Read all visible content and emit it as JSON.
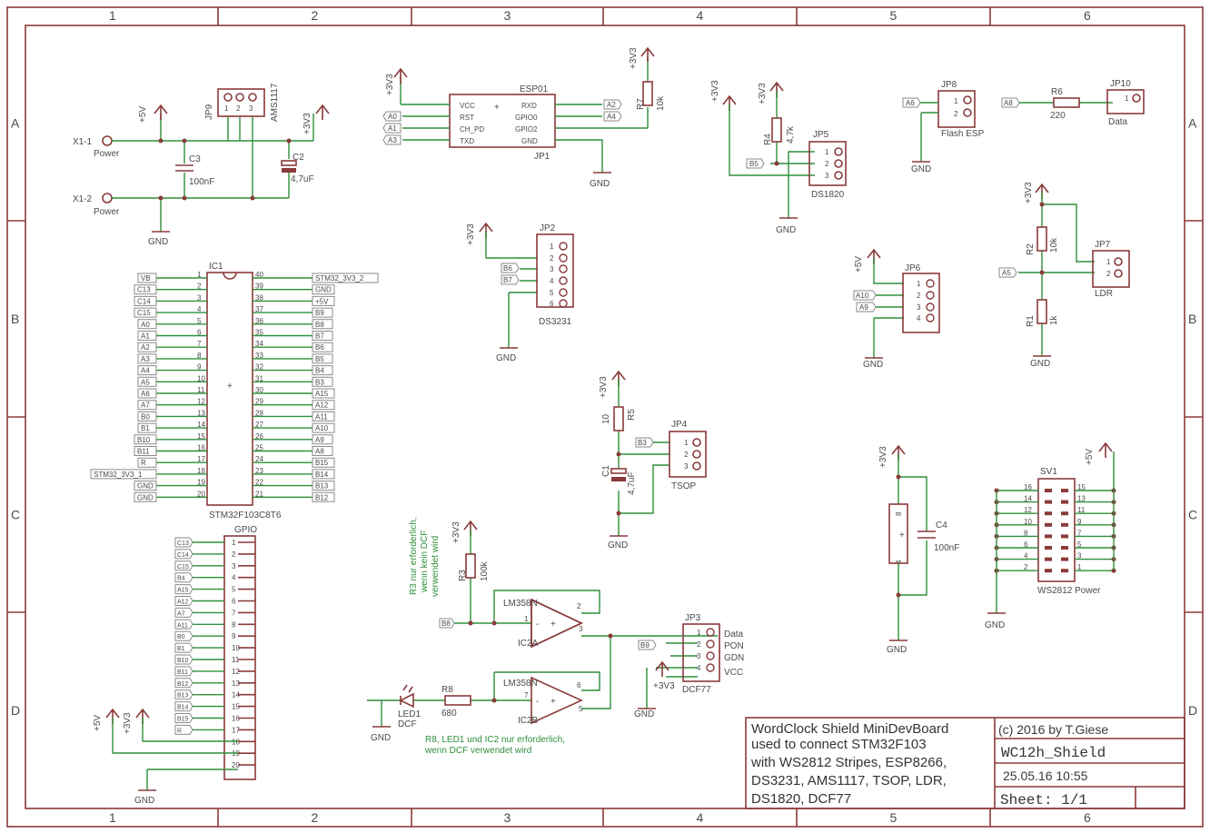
{
  "frame": {
    "columns": [
      "1",
      "2",
      "3",
      "4",
      "5",
      "6"
    ],
    "rows": [
      "A",
      "B",
      "C",
      "D"
    ]
  },
  "title_block": {
    "description": [
      "WordClock Shield MiniDevBoard",
      "used to connect STM32F103",
      "with WS2812 Stripes, ESP8266,",
      "DS3231, AMS1117, TSOP, LDR,",
      "DS1820, DCF77"
    ],
    "copyright": "(c) 2016 by T.Giese",
    "name": "WC12h_Shield",
    "date": "25.05.16 10:55",
    "sheet": "Sheet: 1/1"
  },
  "parts": {
    "jp9": "JP9",
    "ams1117": "AMS1117",
    "x1_1": "X1-1",
    "x1_2": "X1-2",
    "power": "Power",
    "c3": "C3",
    "c3_val": "100nF",
    "c2": "C2",
    "c2_val": "4,7uF",
    "esp01": "ESP01",
    "jp1": "JP1",
    "esp_pins_left": [
      "VCC",
      "RST",
      "CH_PD",
      "TXD"
    ],
    "esp_pins_right": [
      "RXD",
      "GPIO0",
      "GPIO2",
      "GND"
    ],
    "r7": "R7",
    "r7_val": "10k",
    "r4": "R4",
    "r4_val": "4,7k",
    "jp5": "JP5",
    "ds1820": "DS1820",
    "jp8": "JP8",
    "flash_esp": "Flash ESP",
    "r6": "R6",
    "r6_val": "220",
    "jp10": "JP10",
    "data": "Data",
    "ic1": "IC1",
    "stm": "STM32F103C8T6",
    "jp2": "JP2",
    "ds3231": "DS3231",
    "jp6": "JP6",
    "r2": "R2",
    "r2_val": "10k",
    "jp7": "JP7",
    "ldr": "LDR",
    "r1": "R1",
    "r1_val": "1k",
    "r5": "R5",
    "r5_val": "10",
    "c1": "C1",
    "c1_val": "4,7uF",
    "jp4": "JP4",
    "tsop": "TSOP",
    "c4": "C4",
    "c4_val": "100nF",
    "sv1": "SV1",
    "ws2812_power": "WS2812 Power",
    "gpio": "GPIO",
    "r3": "R3",
    "r3_val": "100k",
    "lm358": "LM358N",
    "ic2a": "IC2A",
    "ic2b": "IC2B",
    "jp3": "JP3",
    "dcf77": "DCF77",
    "jp3_pins": [
      "Data",
      "PON",
      "GDN",
      "VCC"
    ],
    "r8": "R8",
    "r8_val": "680",
    "led1": "LED1",
    "dcf": "DCF"
  },
  "supply": {
    "gnd": "GND",
    "v5": "+5V",
    "v33": "+3V3"
  },
  "notes": {
    "r3_note": [
      "R3 nur erforderlich,",
      "wenn kein DCF",
      "verwendet wird"
    ],
    "r8_note": [
      "R8, LED1 und IC2 nur erforderlich,",
      "wenn DCF verwendet wird"
    ]
  },
  "ic1_left": [
    [
      "VB",
      "1"
    ],
    [
      "C13",
      "2"
    ],
    [
      "C14",
      "3"
    ],
    [
      "C15",
      "4"
    ],
    [
      "A0",
      "5"
    ],
    [
      "A1",
      "6"
    ],
    [
      "A2",
      "7"
    ],
    [
      "A3",
      "8"
    ],
    [
      "A4",
      "9"
    ],
    [
      "A5",
      "10"
    ],
    [
      "A6",
      "11"
    ],
    [
      "A7",
      "12"
    ],
    [
      "B0",
      "13"
    ],
    [
      "B1",
      "14"
    ],
    [
      "B10",
      "15"
    ],
    [
      "B11",
      "16"
    ],
    [
      "R",
      "17"
    ],
    [
      "STM32_3V3_1",
      "18"
    ],
    [
      "GND",
      "19"
    ],
    [
      "GND",
      "20"
    ]
  ],
  "ic1_right": [
    [
      "40",
      "STM32_3V3_2"
    ],
    [
      "39",
      "GND"
    ],
    [
      "38",
      "+5V"
    ],
    [
      "37",
      "B9"
    ],
    [
      "36",
      "B8"
    ],
    [
      "35",
      "B7"
    ],
    [
      "34",
      "B6"
    ],
    [
      "33",
      "B5"
    ],
    [
      "32",
      "B4"
    ],
    [
      "31",
      "B3"
    ],
    [
      "30",
      "A15"
    ],
    [
      "29",
      "A12"
    ],
    [
      "28",
      "A11"
    ],
    [
      "27",
      "A10"
    ],
    [
      "26",
      "A9"
    ],
    [
      "25",
      "A8"
    ],
    [
      "24",
      "B15"
    ],
    [
      "23",
      "B14"
    ],
    [
      "22",
      "B13"
    ],
    [
      "21",
      "B12"
    ]
  ],
  "gpio_labels": [
    "C13",
    "C14",
    "C15",
    "B4",
    "A15",
    "A12",
    "A7",
    "A11",
    "B0",
    "B1",
    "B10",
    "B11",
    "B12",
    "B13",
    "B14",
    "B15",
    "R"
  ],
  "labels": {
    "a0": "A0",
    "a1": "A1",
    "a3": "A3",
    "a2": "A2",
    "a4": "A4",
    "a6": "A6",
    "a8": "A8",
    "b5": "B5",
    "b6": "B6",
    "b7": "B7",
    "a10": "A10",
    "a9": "A9",
    "a5": "A5",
    "b3": "B3",
    "b8": "B8",
    "b9": "B9"
  }
}
